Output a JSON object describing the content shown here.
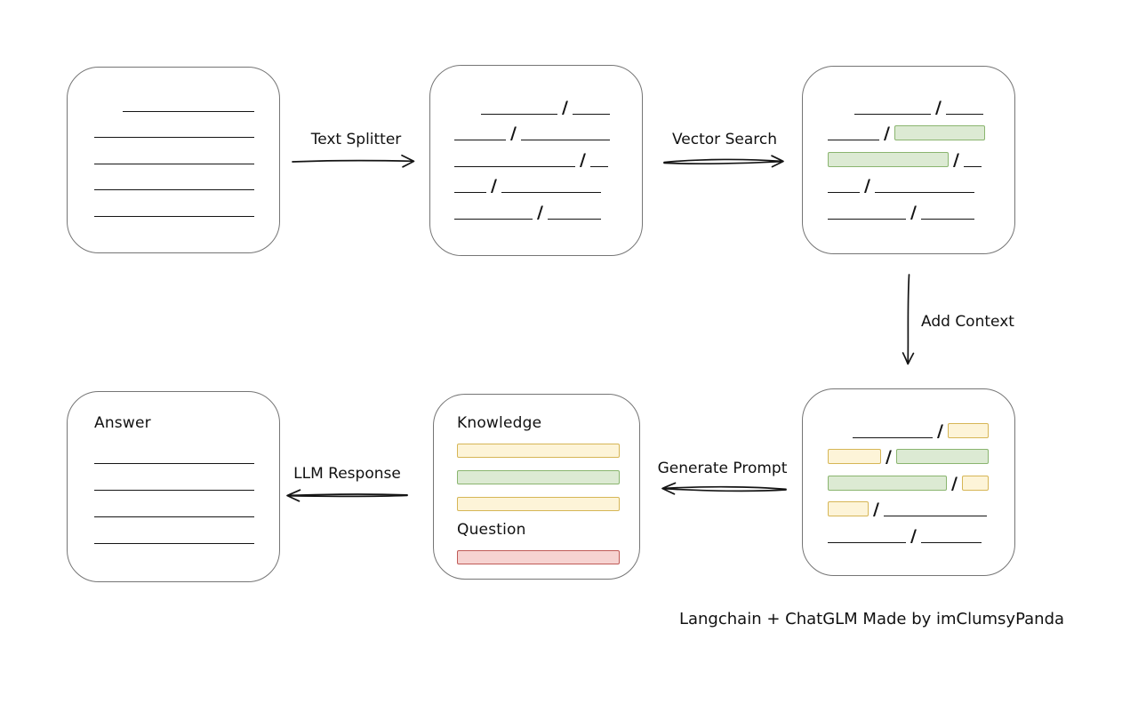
{
  "caption": "Langchain + ChatGLM Made by imClumsyPanda",
  "arrows": {
    "text_splitter": "Text Splitter",
    "vector_search": "Vector Search",
    "add_context": "Add Context",
    "generate_prompt": "Generate Prompt",
    "llm_response": "LLM Response"
  },
  "colors": {
    "stroke": "#141414",
    "box_border": "#757575",
    "green_fill": "#dcead3",
    "green_border": "#8ab56f",
    "yellow_fill": "#fdf4d8",
    "yellow_border": "#d6b656",
    "red_fill": "#f6d3d1",
    "red_border": "#bf5a57"
  },
  "glyphs": {
    "chunk_separator": "/"
  },
  "nodes": {
    "document": {
      "rows": [
        {
          "indent": 32,
          "segs": [
            {
              "k": "line",
              "w": 148
            }
          ]
        },
        {
          "segs": [
            {
              "k": "line",
              "w": 180
            }
          ]
        },
        {
          "segs": [
            {
              "k": "line",
              "w": 180
            }
          ]
        },
        {
          "segs": [
            {
              "k": "line",
              "w": 180
            }
          ]
        },
        {
          "segs": [
            {
              "k": "line",
              "w": 180
            }
          ]
        }
      ]
    },
    "split_chunks": {
      "rows": [
        {
          "indent": 30,
          "segs": [
            {
              "k": "line",
              "w": 86
            },
            {
              "k": "line",
              "w": 42
            }
          ]
        },
        {
          "segs": [
            {
              "k": "line",
              "w": 58
            },
            {
              "k": "line",
              "w": 100
            }
          ]
        },
        {
          "segs": [
            {
              "k": "line",
              "w": 136
            },
            {
              "k": "line",
              "w": 20
            }
          ]
        },
        {
          "segs": [
            {
              "k": "line",
              "w": 36
            },
            {
              "k": "line",
              "w": 112
            }
          ]
        },
        {
          "segs": [
            {
              "k": "line",
              "w": 88
            },
            {
              "k": "line",
              "w": 60
            }
          ]
        }
      ]
    },
    "retrieved_chunks": {
      "rows": [
        {
          "indent": 30,
          "segs": [
            {
              "k": "line",
              "w": 86
            },
            {
              "k": "line",
              "w": 42
            }
          ]
        },
        {
          "segs": [
            {
              "k": "line",
              "w": 58
            },
            {
              "k": "green",
              "w": 102
            }
          ]
        },
        {
          "segs": [
            {
              "k": "green",
              "w": 136
            },
            {
              "k": "line",
              "w": 20
            }
          ]
        },
        {
          "segs": [
            {
              "k": "line",
              "w": 36
            },
            {
              "k": "line",
              "w": 112
            }
          ]
        },
        {
          "segs": [
            {
              "k": "line",
              "w": 88
            },
            {
              "k": "line",
              "w": 60
            }
          ]
        }
      ]
    },
    "context_chunks": {
      "rows": [
        {
          "indent": 28,
          "segs": [
            {
              "k": "line",
              "w": 90
            },
            {
              "k": "yellow",
              "w": 46
            }
          ]
        },
        {
          "segs": [
            {
              "k": "yellow",
              "w": 60
            },
            {
              "k": "green",
              "w": 104
            }
          ]
        },
        {
          "segs": [
            {
              "k": "green",
              "w": 134
            },
            {
              "k": "yellow",
              "w": 30
            }
          ]
        },
        {
          "segs": [
            {
              "k": "yellow",
              "w": 46
            },
            {
              "k": "line",
              "w": 116
            }
          ]
        },
        {
          "segs": [
            {
              "k": "line",
              "w": 88
            },
            {
              "k": "line",
              "w": 68
            }
          ]
        }
      ]
    },
    "prompt": {
      "knowledge_label": "Knowledge",
      "question_label": "Question",
      "knowledge_bars": [
        "yellow",
        "green",
        "yellow"
      ],
      "question_bars": [
        "red"
      ]
    },
    "answer": {
      "label": "Answer",
      "rows": [
        {
          "segs": [
            {
              "k": "line",
              "w": 180
            }
          ]
        },
        {
          "segs": [
            {
              "k": "line",
              "w": 180
            }
          ]
        },
        {
          "segs": [
            {
              "k": "line",
              "w": 180
            }
          ]
        },
        {
          "segs": [
            {
              "k": "line",
              "w": 180
            }
          ]
        }
      ]
    }
  }
}
